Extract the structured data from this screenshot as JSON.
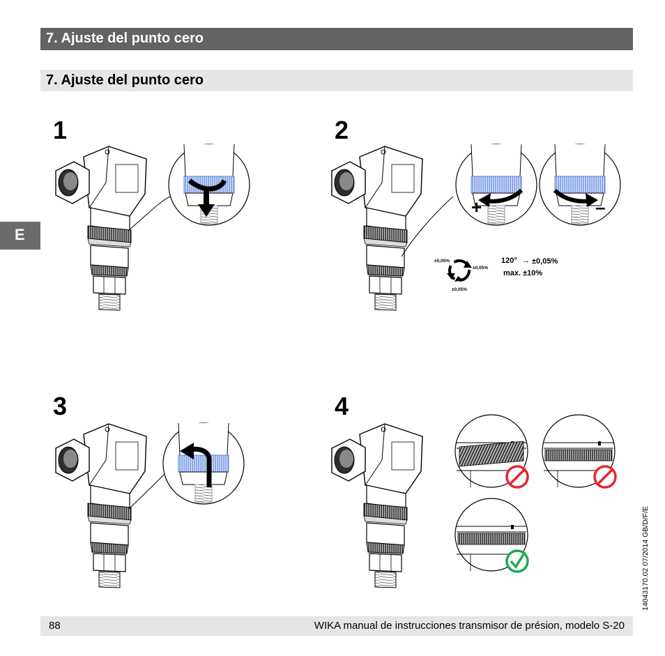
{
  "headers": {
    "top_title": "7. Ajuste del punto cero",
    "section_title": "7. Ajuste del punto cero"
  },
  "side_tab": "E",
  "steps": [
    {
      "number": "1"
    },
    {
      "number": "2"
    },
    {
      "number": "3"
    },
    {
      "number": "4"
    }
  ],
  "step2_annotations": {
    "plus": "+",
    "minus": "–",
    "rotation_tol_left": "±0,05%",
    "rotation_tol_right": "±0,05%",
    "rotation_tol_bottom": "±0,05%",
    "rotation_angle": "120°",
    "arrow": "→",
    "rotation_value": "±0,05%",
    "max_adjust": "max. ±10%"
  },
  "footer": {
    "page_number": "88",
    "manual_title": "WIKA manual de instrucciones transmisor de présion, modelo S-20"
  },
  "doc_code": "14043170.02 07/2014 GB/D/F/E",
  "colors": {
    "header_dark": "#636363",
    "header_light": "#e6e6e6",
    "accent_blue": "#5b7fd6",
    "no_red": "#e8262c",
    "ok_green": "#1fa84f"
  }
}
